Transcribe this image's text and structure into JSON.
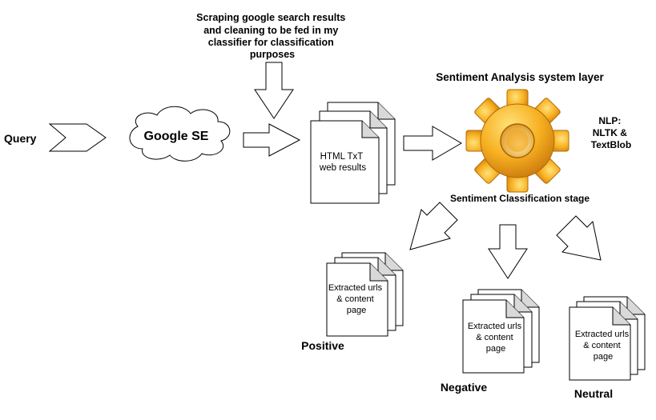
{
  "annotation": [
    "Scraping google search results",
    "and cleaning to be fed in my",
    "classifier for classification",
    "purposes"
  ],
  "query_label": "Query",
  "search_engine_label": "Google SE",
  "system_layer_title": "Sentiment Analysis system layer",
  "nlp_label": [
    "NLP:",
    "NLTK &",
    "TextBlob"
  ],
  "stage_label": "Sentiment Classification stage",
  "web_results_doc": [
    "HTML TxT",
    "web results"
  ],
  "output_doc_text": [
    "Extracted urls",
    "& content",
    "page"
  ],
  "outputs": {
    "positive": "Positive",
    "negative": "Negative",
    "neutral": "Neutral"
  },
  "colors": {
    "stroke": "#000000",
    "fill": "#ffffff",
    "doc_fold": "#d9d9d9",
    "gear_light": "#ffe27a",
    "gear_mid": "#f7b021",
    "gear_dark": "#c9780d"
  },
  "icons": {
    "gear": "gear-icon",
    "cloud": "cloud-icon",
    "document_stack": "document-stack-icon",
    "arrow": "block-arrow-icon"
  }
}
